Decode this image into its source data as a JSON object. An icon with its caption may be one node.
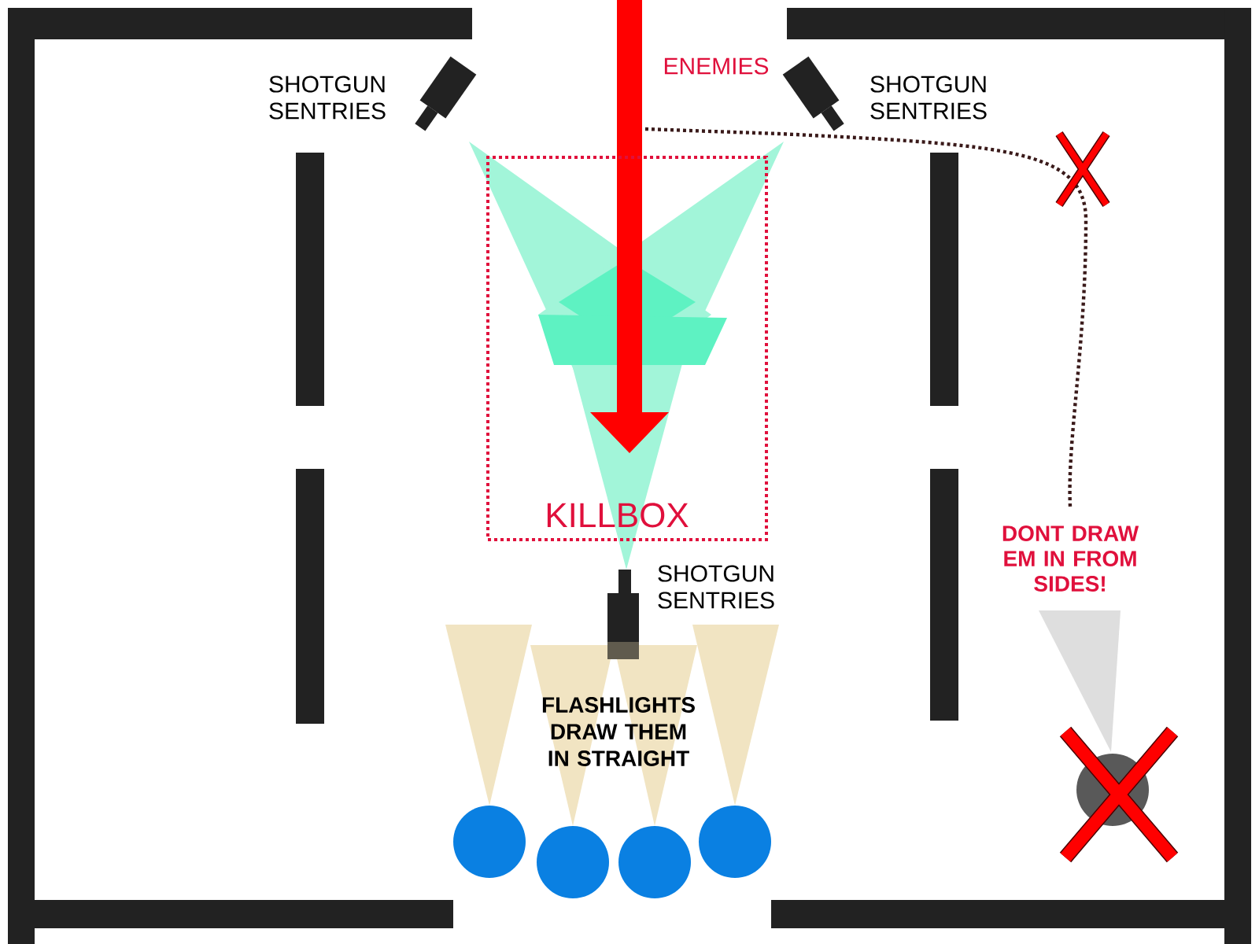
{
  "diagram": {
    "nodes": [
      {
        "text": [
          "KILLBOX"
        ]
      }
    ],
    "labels": [
      "SHOTGUN SENTRIES",
      "ENEMIES",
      "SHOTGUN SENTRIES",
      "SHOTGUN SENTRIES",
      "FLASHLIGHTS DRAW THEM IN STRAIGHT",
      "DONT DRAW EM IN FROM SIDES!"
    ]
  }
}
